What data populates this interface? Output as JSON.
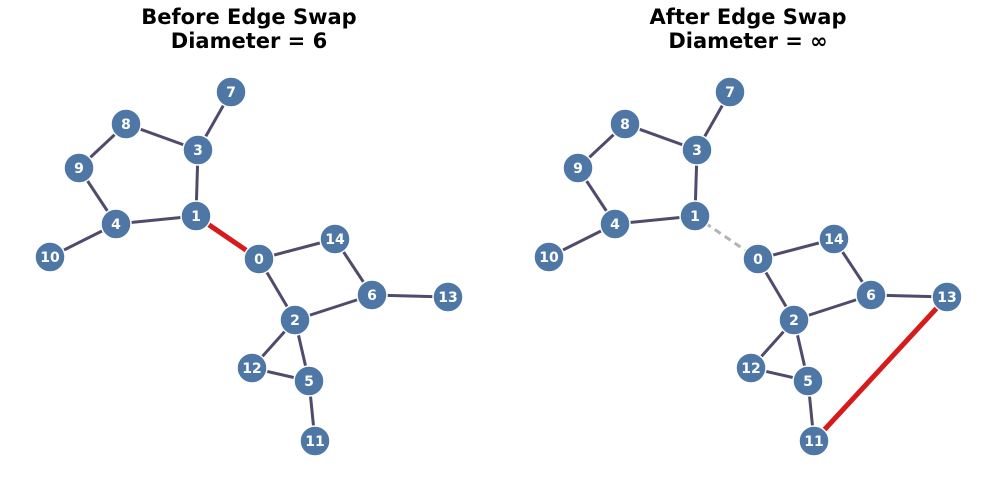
{
  "panels": {
    "left": {
      "title": "Before Edge Swap",
      "subtitle": "Diameter = 6"
    },
    "right": {
      "title": "After Edge Swap",
      "subtitle": "Diameter = ∞"
    }
  },
  "colors": {
    "node": "#4e77a6",
    "edge": "#4f4b6c",
    "highlight_edge": "#d51b1b",
    "removed_edge": "#b3b3b3",
    "label": "#ffffff"
  },
  "graph": {
    "nodes": [
      "0",
      "1",
      "2",
      "3",
      "4",
      "5",
      "6",
      "7",
      "8",
      "9",
      "10",
      "11",
      "12",
      "13",
      "14"
    ],
    "edges": [
      [
        "8",
        "3"
      ],
      [
        "3",
        "7"
      ],
      [
        "8",
        "9"
      ],
      [
        "9",
        "4"
      ],
      [
        "4",
        "10"
      ],
      [
        "4",
        "1"
      ],
      [
        "1",
        "3"
      ],
      [
        "0",
        "14"
      ],
      [
        "14",
        "6"
      ],
      [
        "0",
        "2"
      ],
      [
        "2",
        "6"
      ],
      [
        "6",
        "13"
      ],
      [
        "2",
        "12"
      ],
      [
        "2",
        "5"
      ],
      [
        "12",
        "5"
      ],
      [
        "5",
        "11"
      ]
    ],
    "before": {
      "highlight_edge": [
        "1",
        "0"
      ]
    },
    "after": {
      "removed_edge": [
        "1",
        "0"
      ],
      "added_edge": [
        "13",
        "11"
      ]
    }
  }
}
